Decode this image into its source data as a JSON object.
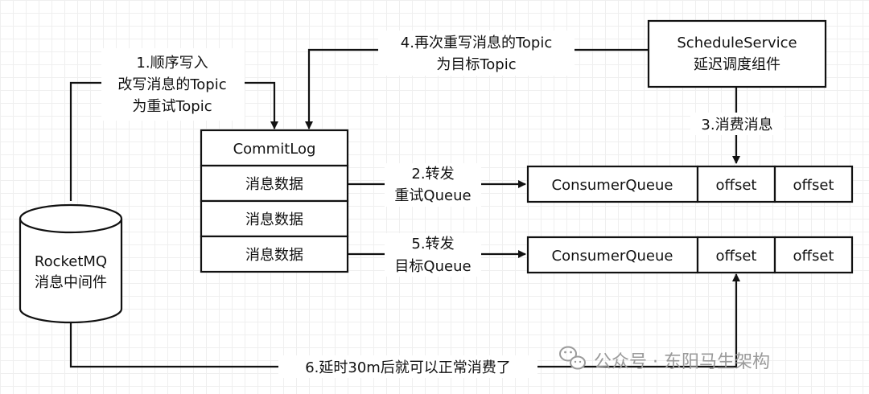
{
  "nodes": {
    "rocketmq": [
      "RocketMQ",
      "消息中间件"
    ],
    "commitlog": "CommitLog",
    "commitlog_rows": [
      "消息数据",
      "消息数据",
      "消息数据"
    ],
    "schedule": [
      "ScheduleService",
      "延迟调度组件"
    ],
    "queue1": [
      "ConsumerQueue",
      "offset",
      "offset"
    ],
    "queue2": [
      "ConsumerQueue",
      "offset",
      "offset"
    ]
  },
  "edges": {
    "step1": [
      "1.顺序写入",
      "改写消息的Topic",
      "为重试Topic"
    ],
    "step2": [
      "2.转发",
      "重试Queue"
    ],
    "step3": "3.消费消息",
    "step4": [
      "4.再次重写消息的Topic",
      "为目标Topic"
    ],
    "step5": [
      "5.转发",
      "目标Queue"
    ],
    "step6": "6.延时30m后就可以正常消费了"
  },
  "watermark": {
    "icon": "wechat-icon",
    "text": "公众号 · 东阳马生架构"
  }
}
